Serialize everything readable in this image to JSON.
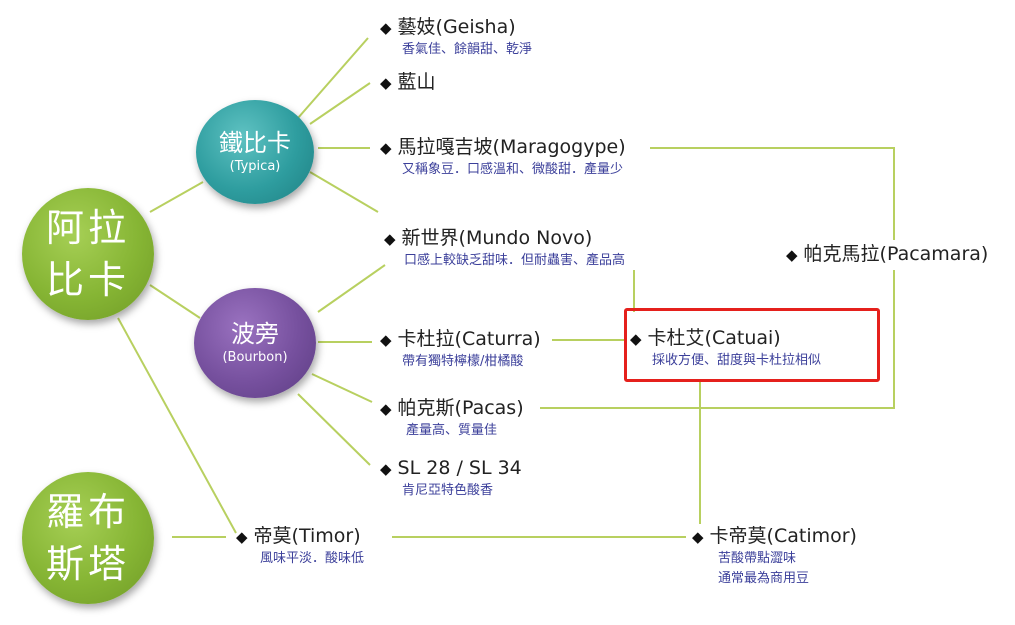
{
  "roots": {
    "arabica": {
      "line1": "阿拉",
      "line2": "比卡"
    },
    "robusta": {
      "line1": "羅布",
      "line2": "斯塔"
    }
  },
  "branches": {
    "typica": {
      "name": "鐵比卡",
      "en": "(Typica)"
    },
    "bourbon": {
      "name": "波旁",
      "en": "(Bourbon)"
    }
  },
  "varieties": {
    "geisha": {
      "title": "藝妓(Geisha)",
      "desc": "香氣佳、餘韻甜、乾淨"
    },
    "blue_mountain": {
      "title": "藍山",
      "desc": ""
    },
    "maragogype": {
      "title": "馬拉嘎吉坡(Maragogype)",
      "desc": "又稱象豆．口感溫和、微酸甜．產量少"
    },
    "mundo_novo": {
      "title": "新世界(Mundo Novo)",
      "desc": "口感上較缺乏甜味．但耐蟲害、產品高"
    },
    "caturra": {
      "title": "卡杜拉(Caturra)",
      "desc": "帶有獨特檸檬/柑橘酸"
    },
    "pacas": {
      "title": "帕克斯(Pacas)",
      "desc": "產量高、質量佳"
    },
    "sl28": {
      "title": "SL 28 / SL 34",
      "desc": "肯尼亞特色酸香"
    },
    "pacamara": {
      "title": "帕克馬拉(Pacamara)",
      "desc": ""
    },
    "catuai": {
      "title": "卡杜艾(Catuai)",
      "desc": "採收方便、甜度與卡杜拉相似"
    },
    "timor": {
      "title": "帝莫(Timor)",
      "desc": "風味平淡．酸味低"
    },
    "catimor": {
      "title": "卡帝莫(Catimor)",
      "desc": "苦酸帶點澀味",
      "desc2": "通常最為商用豆"
    }
  },
  "colors": {
    "connector": "#b8d060",
    "highlight": "#e5201c"
  },
  "icons": {
    "bullet": "◆"
  }
}
